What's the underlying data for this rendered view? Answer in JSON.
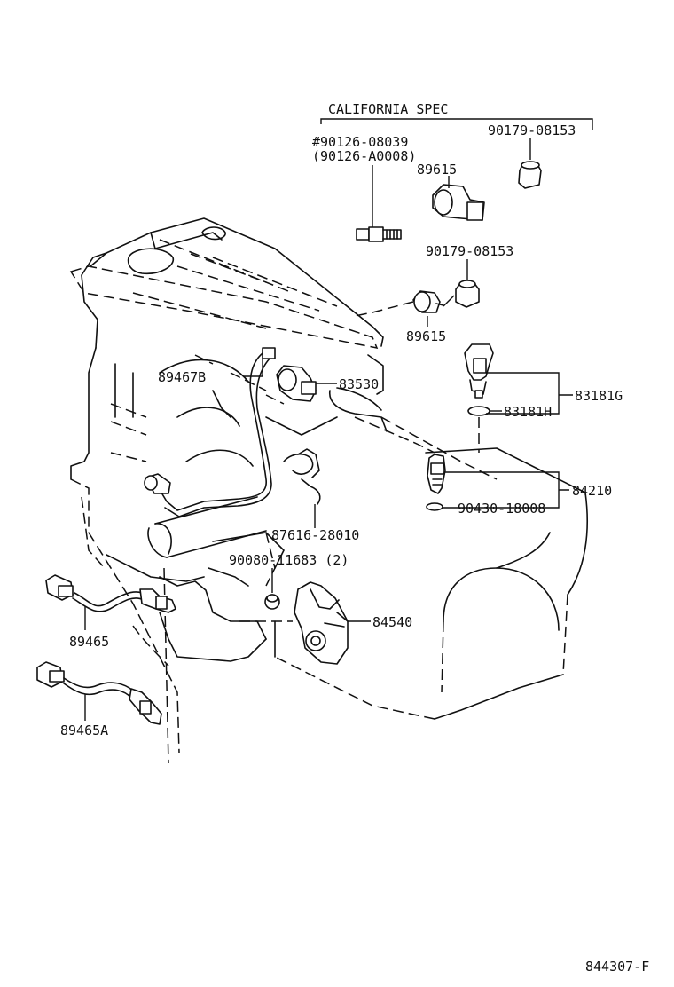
{
  "diagram": {
    "section_title": "CALIFORNIA SPEC",
    "figure_code": "844307-F",
    "labels": {
      "p90126_08039": "#90126-08039",
      "p90126_A0008": "(90126-A0008)",
      "p89615_top": "89615",
      "p90179_top": "90179-08153",
      "p90179_mid": "90179-08153",
      "p89615_mid": "89615",
      "p89467B": "89467B",
      "p83530": "83530",
      "p83181G": "83181G",
      "p83181H": "83181H",
      "p84210": "84210",
      "p90430": "90430-18008",
      "p87616": "87616-28010",
      "p90080": "90080-11683 (2)",
      "p84540": "84540",
      "p89465": "89465",
      "p89465A": "89465A"
    }
  }
}
